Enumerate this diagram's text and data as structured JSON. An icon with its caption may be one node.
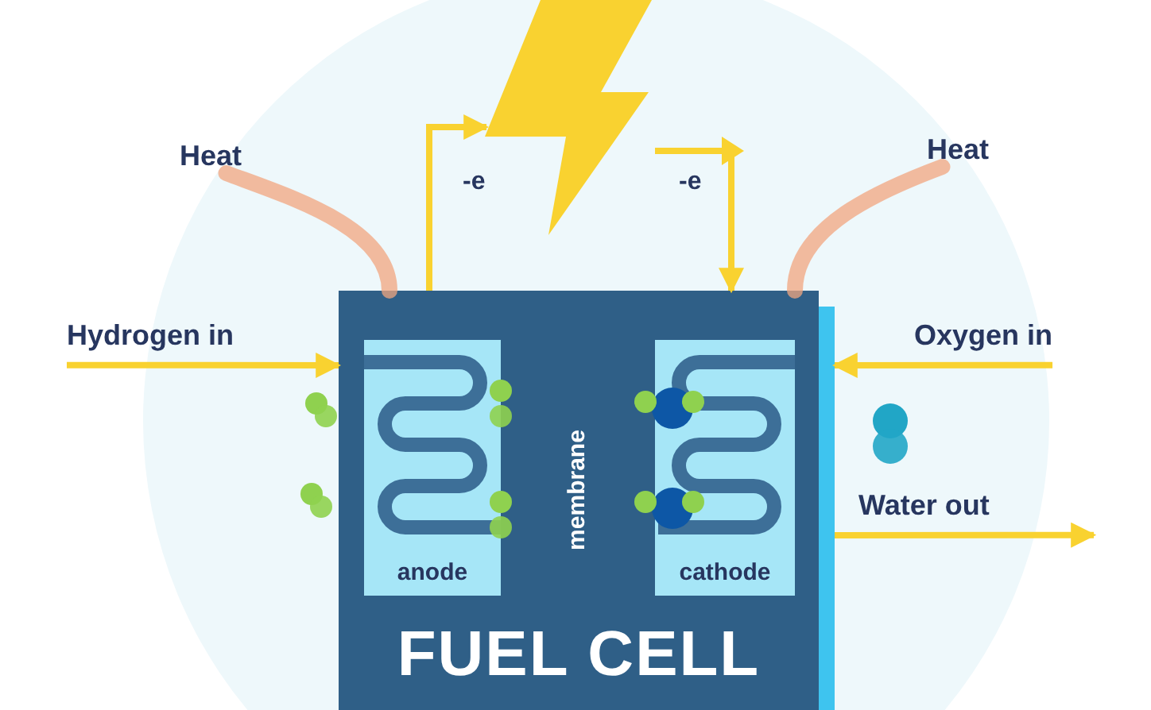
{
  "diagram": {
    "nodes": [
      {
        "text": [
          "FUEL CELL"
        ]
      },
      {
        "text": [
          "anode"
        ],
        "in": 0
      },
      {
        "text": [
          "cathode"
        ],
        "in": 0
      },
      {
        "text": [],
        "shape": "picture"
      },
      {
        "text": [
          "Heat"
        ]
      },
      {
        "text": [
          "Heat"
        ]
      },
      {
        "text": [
          "Hydrogen in"
        ]
      },
      {
        "text": [
          "Oxygen in"
        ]
      },
      {
        "text": [
          "Water out"
        ]
      }
    ],
    "edges": [
      {
        "from": 0,
        "to": 4,
        "arrow": "none",
        "style": "thick",
        "color": "#f2a67f"
      },
      {
        "from": 0,
        "to": 5,
        "arrow": "none",
        "style": "thick",
        "color": "#f2a67f"
      },
      {
        "from": 6,
        "to": 0,
        "arrow": "to"
      },
      {
        "from": 7,
        "to": 0,
        "arrow": "to"
      },
      {
        "from": 0,
        "to": 8,
        "arrow": "to"
      },
      {
        "from": 0,
        "to": 3,
        "arrow": "to",
        "label": "-e"
      },
      {
        "from": 3,
        "to": 0,
        "arrow": "to",
        "label": "-e"
      }
    ],
    "labels": [
      "membrane"
    ]
  }
}
